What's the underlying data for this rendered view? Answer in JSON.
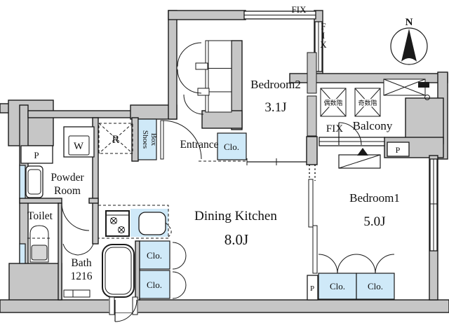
{
  "plan": {
    "type": "floor-plan",
    "colors": {
      "wall": "#c6c6c6",
      "closet_fill": "#cfe9f8",
      "line": "#1a1a1a"
    },
    "compass": {
      "north_label": "N"
    },
    "rooms": {
      "bedroom2": {
        "name": "Bedroom2",
        "size": "3.1J"
      },
      "bedroom1": {
        "name": "Bedroom1",
        "size": "5.0J"
      },
      "dining_kitchen": {
        "name": "Dining Kitchen",
        "size": "8.0J"
      },
      "entrance": {
        "name": "Entrance"
      },
      "powder_room": {
        "name_line1": "Powder",
        "name_line2": "Room"
      },
      "toilet": {
        "name": "Toilet"
      },
      "bath": {
        "name": "Bath",
        "size": "1216"
      },
      "balcony": {
        "name": "Balcony"
      }
    },
    "labels": {
      "fix": "FIX",
      "shoes_box_line1": "Shoes",
      "shoes_box_line2": "Box",
      "closet": "Clo.",
      "washing_machine": "W",
      "refrigerator": "R",
      "pipe_space": "P",
      "hatch_even_floors": "偶数階",
      "hatch_odd_floors": "奇数階"
    }
  }
}
